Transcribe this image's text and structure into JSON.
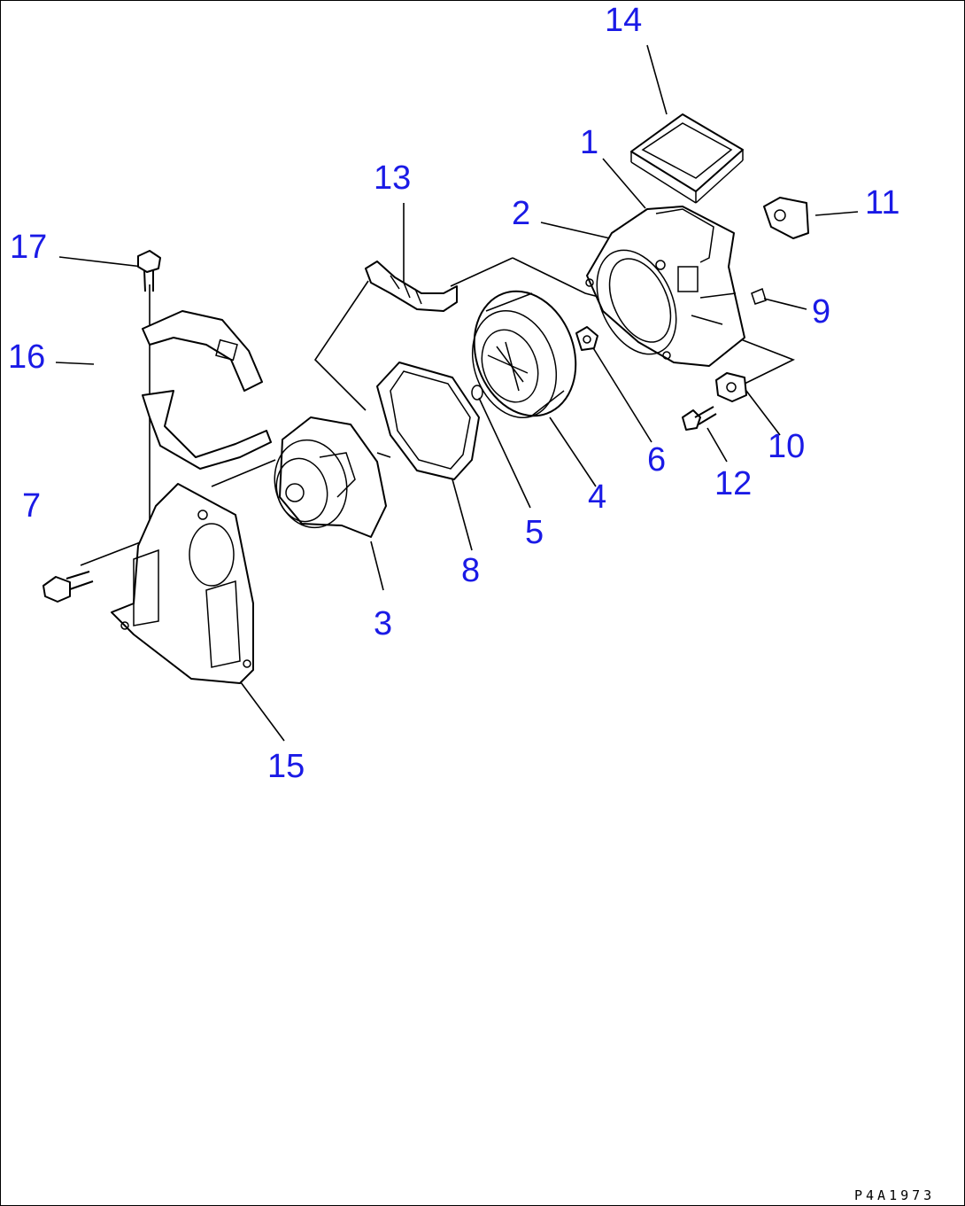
{
  "diagram": {
    "drawing_code": "P4A1973",
    "callouts": [
      "1",
      "2",
      "3",
      "4",
      "5",
      "6",
      "7",
      "8",
      "9",
      "10",
      "11",
      "12",
      "13",
      "14",
      "15",
      "16",
      "17"
    ]
  }
}
